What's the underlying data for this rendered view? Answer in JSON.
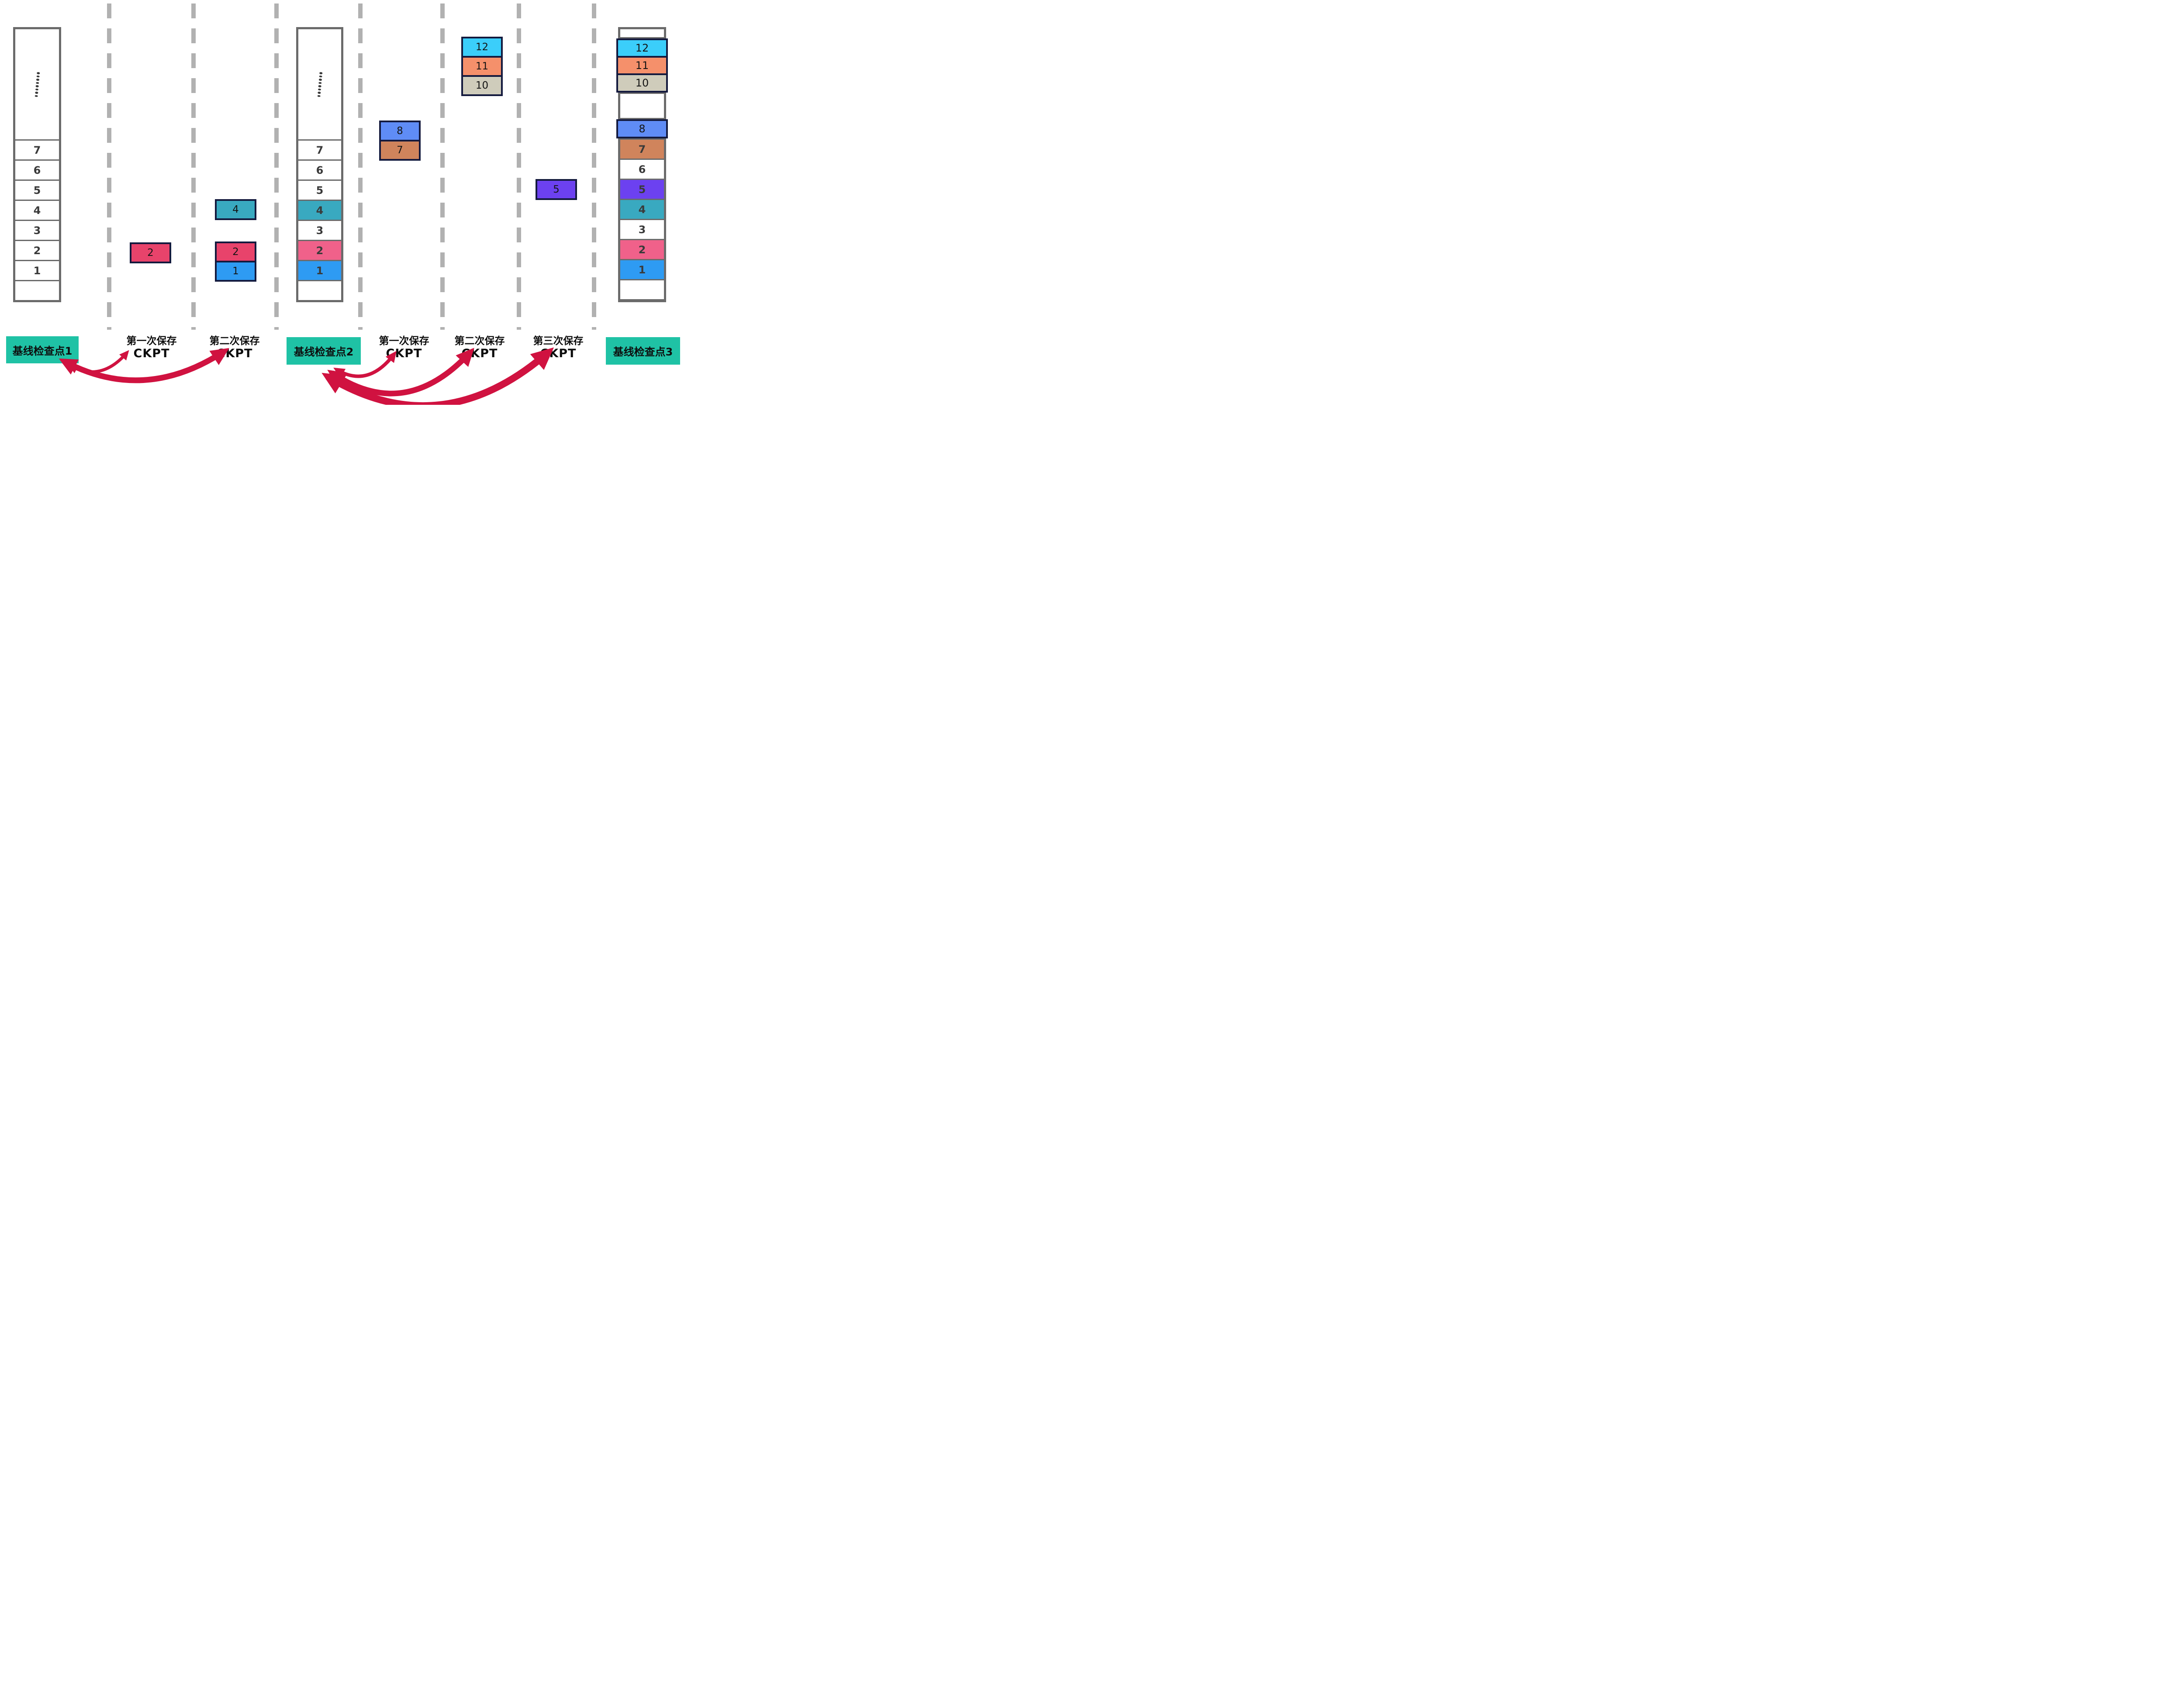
{
  "palette": {
    "column_border_gray": "#6B6B6B",
    "dash_gray": "#B1B1B1",
    "navy_border": "#141A3E",
    "arrow_red": "#D01240",
    "label_teal_bg": "#1FC2A5",
    "stack_number_color": "#3A3A3A",
    "block_number_color": "#141414",
    "cyan_12": "#3BCEFA",
    "salmon_11": "#F5906B",
    "tan_10": "#CFCCBB",
    "cornflower_8": "#5F8CF6",
    "copper_7": "#D0845C",
    "purple_5": "#6C41F0",
    "teal_4": "#39A9C0",
    "pink_2": "#F0618A",
    "crimson_2": "#E8436B",
    "blue_1": "#2E9BF3"
  },
  "stacks": [
    {
      "name": "baseline-stack-1",
      "has_dots": true,
      "dot_count": 8,
      "cells": [
        {
          "label": "7",
          "fill": "#FFFFFF",
          "frame": "gray",
          "bold": true
        },
        {
          "label": "6",
          "fill": "#FFFFFF",
          "frame": "gray",
          "bold": true
        },
        {
          "label": "5",
          "fill": "#FFFFFF",
          "frame": "gray",
          "bold": true
        },
        {
          "label": "4",
          "fill": "#FFFFFF",
          "frame": "gray",
          "bold": true
        },
        {
          "label": "3",
          "fill": "#FFFFFF",
          "frame": "gray",
          "bold": true
        },
        {
          "label": "2",
          "fill": "#FFFFFF",
          "frame": "gray",
          "bold": true
        },
        {
          "label": "1",
          "fill": "#FFFFFF",
          "frame": "gray",
          "bold": true
        },
        {
          "label": "",
          "fill": "#FFFFFF",
          "frame": "gray",
          "bold": true
        }
      ]
    },
    {
      "name": "baseline-stack-2",
      "has_dots": true,
      "dot_count": 8,
      "cells": [
        {
          "label": "7",
          "fill": "#FFFFFF",
          "frame": "gray",
          "bold": true
        },
        {
          "label": "6",
          "fill": "#FFFFFF",
          "frame": "gray",
          "bold": true
        },
        {
          "label": "5",
          "fill": "#FFFFFF",
          "frame": "gray",
          "bold": true
        },
        {
          "label": "4",
          "fill": "#39A9C0",
          "frame": "gray",
          "bold": true
        },
        {
          "label": "3",
          "fill": "#FFFFFF",
          "frame": "gray",
          "bold": true
        },
        {
          "label": "2",
          "fill": "#F0618A",
          "frame": "gray",
          "bold": true
        },
        {
          "label": "1",
          "fill": "#2E9BF3",
          "frame": "gray",
          "bold": true
        },
        {
          "label": "",
          "fill": "#FFFFFF",
          "frame": "gray",
          "bold": true
        }
      ]
    },
    {
      "name": "baseline-stack-3",
      "has_dots": false,
      "dot_count": 0,
      "cells": [
        {
          "label": "",
          "fill": "#FFFFFF",
          "frame": "gray",
          "h": 18
        },
        {
          "label": "12",
          "fill": "#3BCEFA",
          "frame": "navy"
        },
        {
          "label": "11",
          "fill": "#F5906B",
          "frame": "navy"
        },
        {
          "label": "10",
          "fill": "#CFCCBB",
          "frame": "navy"
        },
        {
          "label": "",
          "fill": "#FFFFFF",
          "frame": "gray",
          "h": 55
        },
        {
          "label": "8",
          "fill": "#5F8CF6",
          "frame": "navy"
        },
        {
          "label": "7",
          "fill": "#D0845C",
          "frame": "gray",
          "bold": true
        },
        {
          "label": "6",
          "fill": "#FFFFFF",
          "frame": "gray",
          "bold": true
        },
        {
          "label": "5",
          "fill": "#6C41F0",
          "frame": "gray",
          "bold": true
        },
        {
          "label": "4",
          "fill": "#39A9C0",
          "frame": "gray",
          "bold": true
        },
        {
          "label": "3",
          "fill": "#FFFFFF",
          "frame": "gray",
          "bold": true
        },
        {
          "label": "2",
          "fill": "#F0618A",
          "frame": "gray",
          "bold": true
        },
        {
          "label": "1",
          "fill": "#2E9BF3",
          "frame": "gray",
          "bold": true
        },
        {
          "label": "",
          "fill": "#FFFFFF",
          "frame": "gray",
          "bold": true
        }
      ]
    }
  ],
  "floating_groups": [
    {
      "name": "ckpt1-save1-block",
      "cells": [
        {
          "label": "2",
          "fill": "#E8436B"
        }
      ]
    },
    {
      "name": "ckpt1-save2-block-4",
      "cells": [
        {
          "label": "4",
          "fill": "#39A9C0"
        }
      ]
    },
    {
      "name": "ckpt1-save2-block-21",
      "cells": [
        {
          "label": "2",
          "fill": "#E8436B"
        },
        {
          "label": "1",
          "fill": "#2E9BF3"
        }
      ]
    },
    {
      "name": "ckpt2-save1-block-87",
      "cells": [
        {
          "label": "8",
          "fill": "#5F8CF6"
        },
        {
          "label": "7",
          "fill": "#D0845C"
        }
      ]
    },
    {
      "name": "ckpt2-save2-block-121110",
      "cells": [
        {
          "label": "12",
          "fill": "#3BCEFA"
        },
        {
          "label": "11",
          "fill": "#F5906B"
        },
        {
          "label": "10",
          "fill": "#CFCCBB"
        }
      ]
    },
    {
      "name": "ckpt2-save3-block-5",
      "cells": [
        {
          "label": "5",
          "fill": "#6C41F0"
        }
      ]
    }
  ],
  "labels": [
    {
      "type": "box",
      "text": "基线检查点1"
    },
    {
      "type": "text",
      "line1": "第一次保存",
      "line2": "CKPT"
    },
    {
      "type": "text",
      "line1": "第二次保存",
      "line2": "CKPT"
    },
    {
      "type": "box",
      "text": "基线检查点2"
    },
    {
      "type": "text",
      "line1": "第一次保存",
      "line2": "CKPT"
    },
    {
      "type": "text",
      "line1": "第二次保存",
      "line2": "CKPT"
    },
    {
      "type": "text",
      "line1": "第三次保存",
      "line2": "CKPT"
    },
    {
      "type": "box",
      "text": "基线检查点3"
    }
  ]
}
